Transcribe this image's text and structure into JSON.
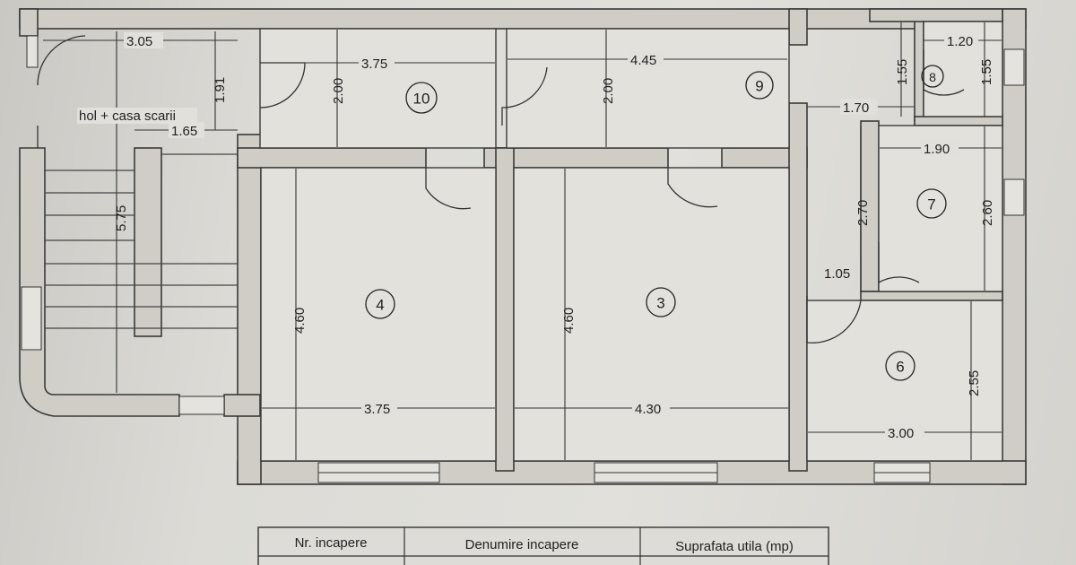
{
  "plan": {
    "stair_label": "hol + casa scarii",
    "rooms": {
      "r3": "3",
      "r4": "4",
      "r6": "6",
      "r7": "7",
      "r8": "8",
      "r9": "9",
      "r10": "10"
    },
    "dimensions": {
      "hol_width": "3.05",
      "hol_height": "1.91",
      "hol_door": "1.65",
      "stair_length": "5.75",
      "r10_width": "3.75",
      "r10_height": "2.00",
      "r9_width": "4.45",
      "r9_height": "2.00",
      "r4_height": "4.60",
      "r4_width": "3.75",
      "r3_height": "4.60",
      "r3_width": "4.30",
      "r8_width": "1.20",
      "r8_left_height": "1.55",
      "r8_right_height": "1.55",
      "corridor_width": "1.70",
      "corridor_height": "2.70",
      "corridor_door": "1.05",
      "r7_width": "1.90",
      "r7_height": "2.60",
      "r6_width": "3.00",
      "r6_height": "2.55"
    }
  },
  "table": {
    "headers": [
      "Nr. incapere",
      "Denumire incapere",
      "Suprafata utila (mp)"
    ]
  }
}
